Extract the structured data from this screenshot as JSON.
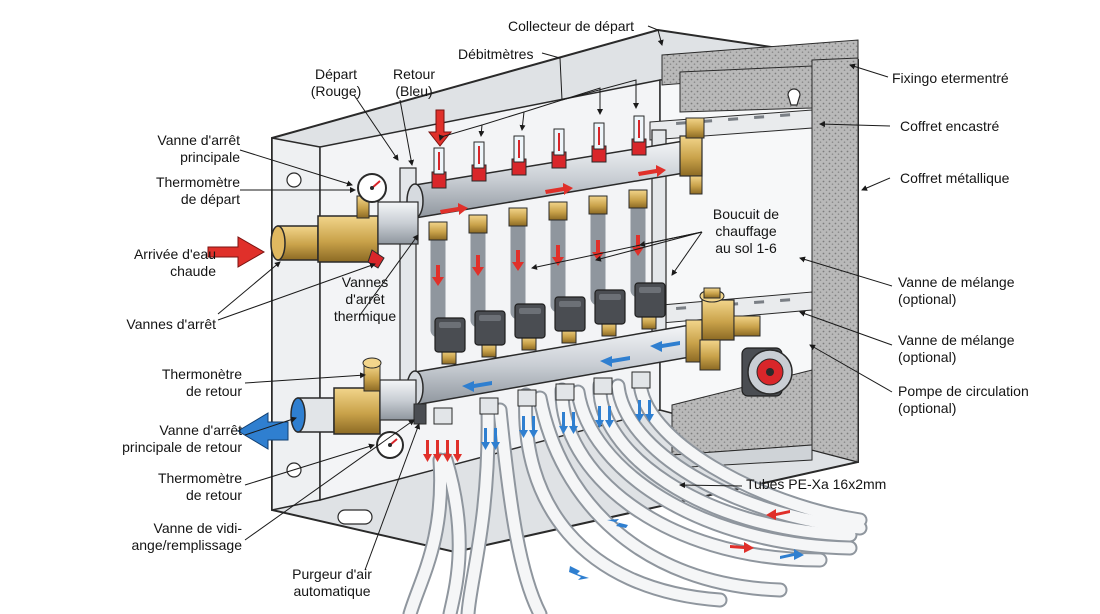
{
  "labels": {
    "collecteur_depart": "Collecteur de départ",
    "debitmetres": "Débitmètres",
    "depart": "Départ\n(Rouge)",
    "retour": "Retour\n(Bleu)",
    "vanne_arret_principale": "Vanne d'arrêt\nprincipale",
    "thermometre_depart": "Thermomètre\nde départ",
    "arrivee_eau_chaude": "Arrivée d'eau\nchaude",
    "vannes_arret": "Vannes d'arrêt",
    "vannes_arret_thermique": "Vannes\nd'arrêt\nthermique",
    "thermonetre_retour": "Thermonètre\nde retour",
    "vanne_arret_principale_retour": "Vanne d'arrêt\nprincipale de retour",
    "thermometre_retour": "Thermomètre\nde retour",
    "vanne_vidange": "Vanne de vidi-\nange/remplissage",
    "purgeur_air": "Purgeur d'air\nautomatique",
    "fixingo": "Fixingo etermentré",
    "coffret_encastre": "Coffret encastré",
    "coffret_metallique": "Coffret métallique",
    "boucuit_chauffage": "Boucuit de\nchauffage\nau sol 1-6",
    "vanne_melange_1": "Vanne de mélange\n(optional)",
    "vanne_melange_2": "Vanne de mélange\n(optional)",
    "pompe_circulation": "Pompe de circulation\n(optional)",
    "tubes": "Tubes PE-Xa 16x2mm"
  },
  "colors": {
    "supply": "#e0302a",
    "return": "#2f7fd0",
    "brass": "#c9a24a",
    "actuator": "#4a4d52",
    "frame": "#e6e8ea",
    "insulation": "#9a9a9a"
  },
  "icons": {
    "flowmeter": "flowmeter-icon",
    "actuator": "actuator-icon",
    "thermometer": "thermometer-icon",
    "pump": "pump-icon"
  },
  "circuits": 6
}
